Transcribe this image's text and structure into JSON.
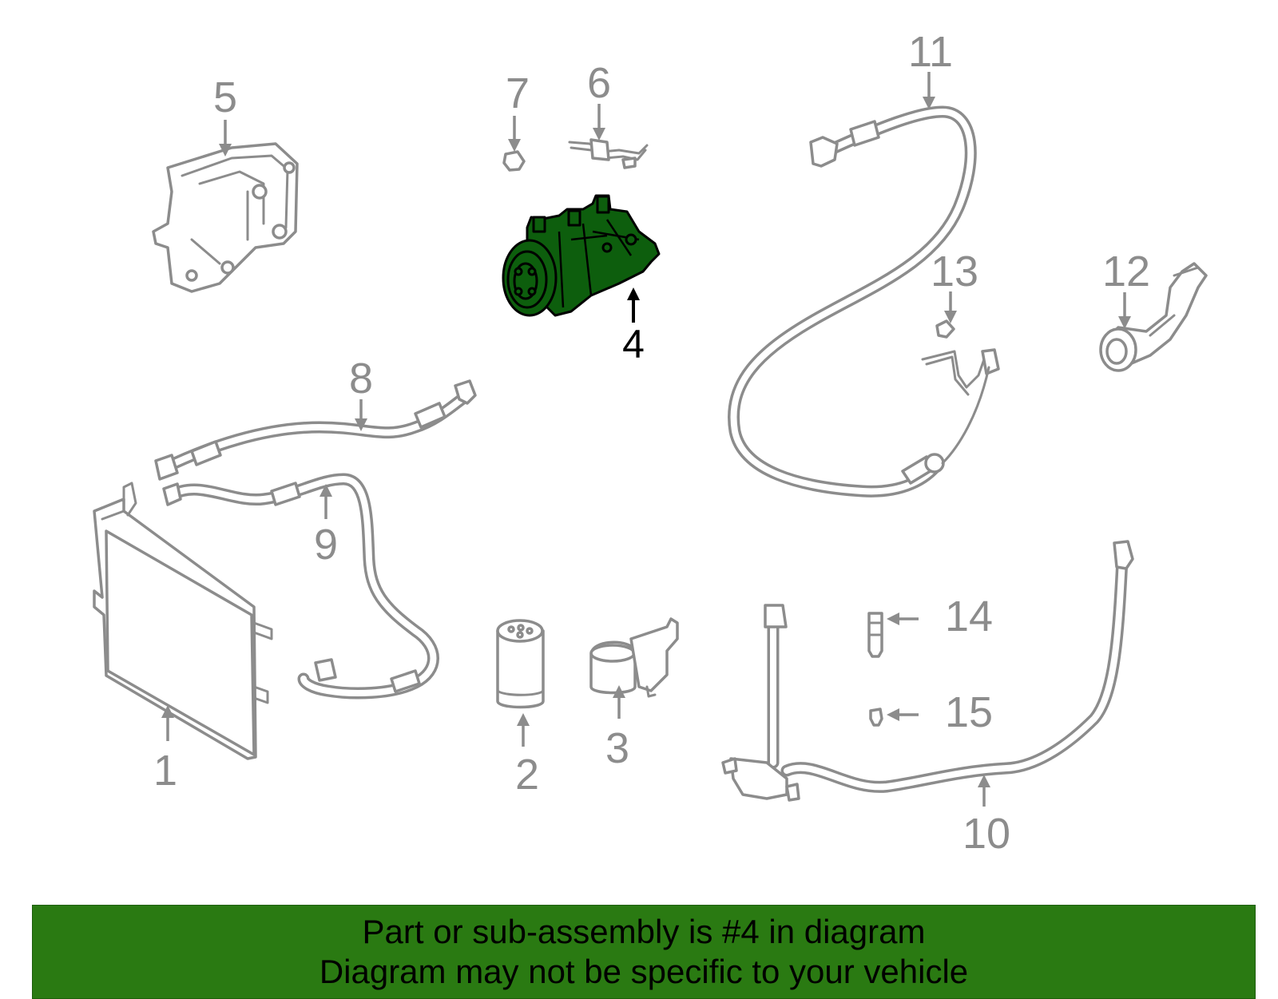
{
  "diagram": {
    "highlighted_part": "4",
    "highlight_color": "#0d5e0d",
    "line_color": "#8c8c8c",
    "callouts": [
      "1",
      "2",
      "3",
      "4",
      "5",
      "6",
      "7",
      "8",
      "9",
      "10",
      "11",
      "12",
      "13",
      "14",
      "15"
    ]
  },
  "banner": {
    "line1": "Part or sub-assembly is #4 in diagram",
    "line2": "Diagram may not be specific to your vehicle",
    "background": "#2a7a12"
  }
}
